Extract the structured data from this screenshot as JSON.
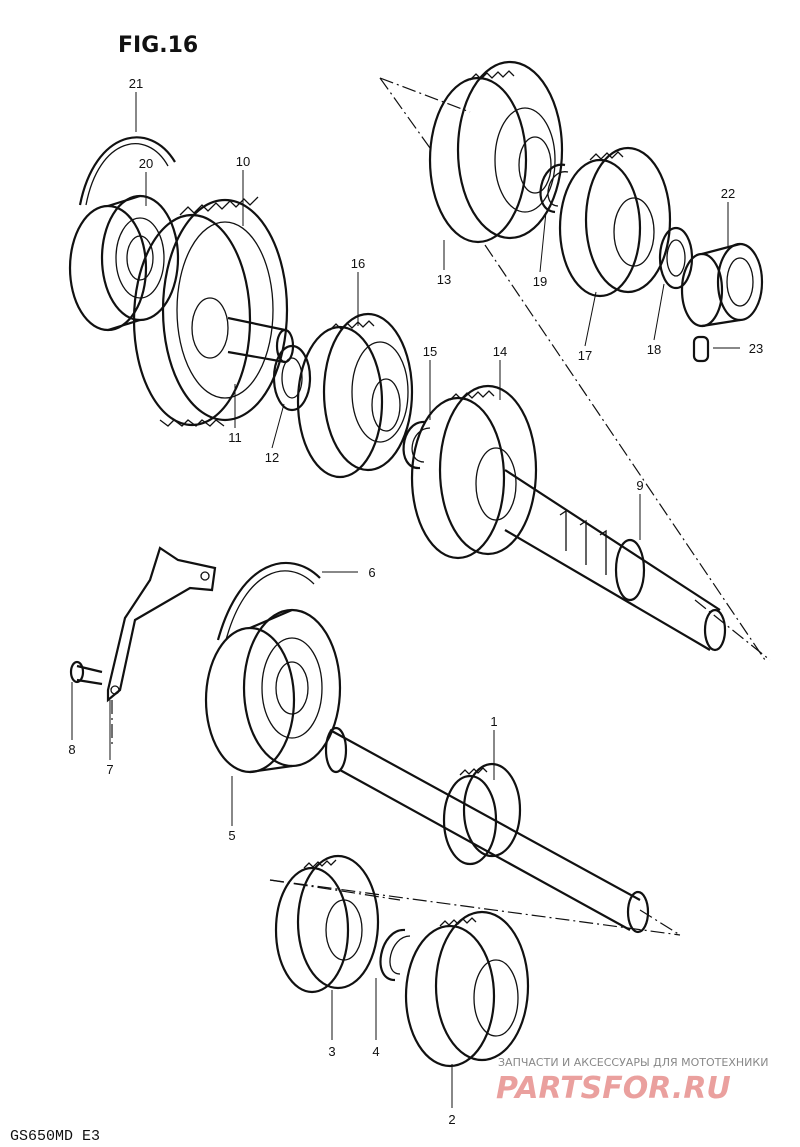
{
  "figure": {
    "title": "FIG.16",
    "model": "GS650MD E3"
  },
  "callouts": [
    "1",
    "2",
    "3",
    "4",
    "5",
    "6",
    "7",
    "8",
    "9",
    "10",
    "11",
    "12",
    "13",
    "14",
    "15",
    "16",
    "17",
    "18",
    "19",
    "20",
    "21",
    "22",
    "23"
  ],
  "watermark": {
    "tagline": "ЗАПЧАСТИ И АКСЕССУАРЫ ДЛЯ МОТОТЕХНИКИ",
    "brand": "PARTSFOR.RU"
  }
}
